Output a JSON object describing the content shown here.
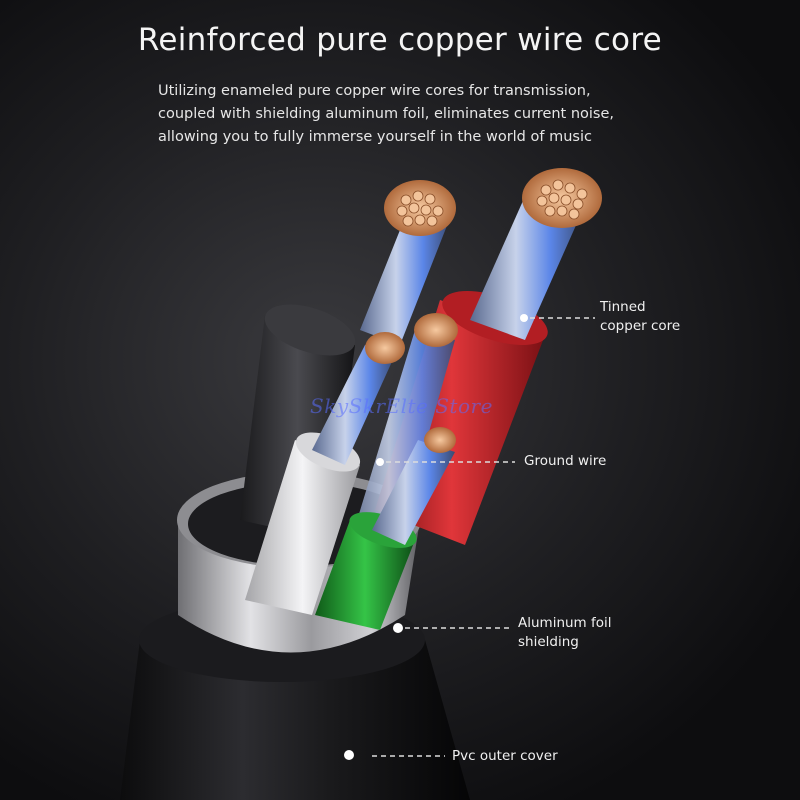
{
  "header": {
    "title": "Reinforced pure copper wire core",
    "description_lines": [
      "Utilizing enameled pure copper wire cores for transmission,",
      "coupled with shielding aluminum foil, eliminates current noise,",
      "allowing you to fully immerse yourself in the world of music"
    ]
  },
  "callouts": {
    "tinned_line1": "Tinned",
    "tinned_line2": "copper core",
    "ground": "Ground wire",
    "foil_line1": "Aluminum foil",
    "foil_line2": "shielding",
    "pvc": "Pvc outer cover"
  },
  "watermark": "SkySkrElte Store",
  "colors": {
    "red_insulation": "#c8262a",
    "green_insulation": "#2aa33a",
    "white_insulation": "#e6e6e6",
    "black_insulation": "#2b2b2e",
    "foil": "#bfbfc3",
    "copper": "#e7a06e",
    "wire_blue": "#4a7de8"
  }
}
